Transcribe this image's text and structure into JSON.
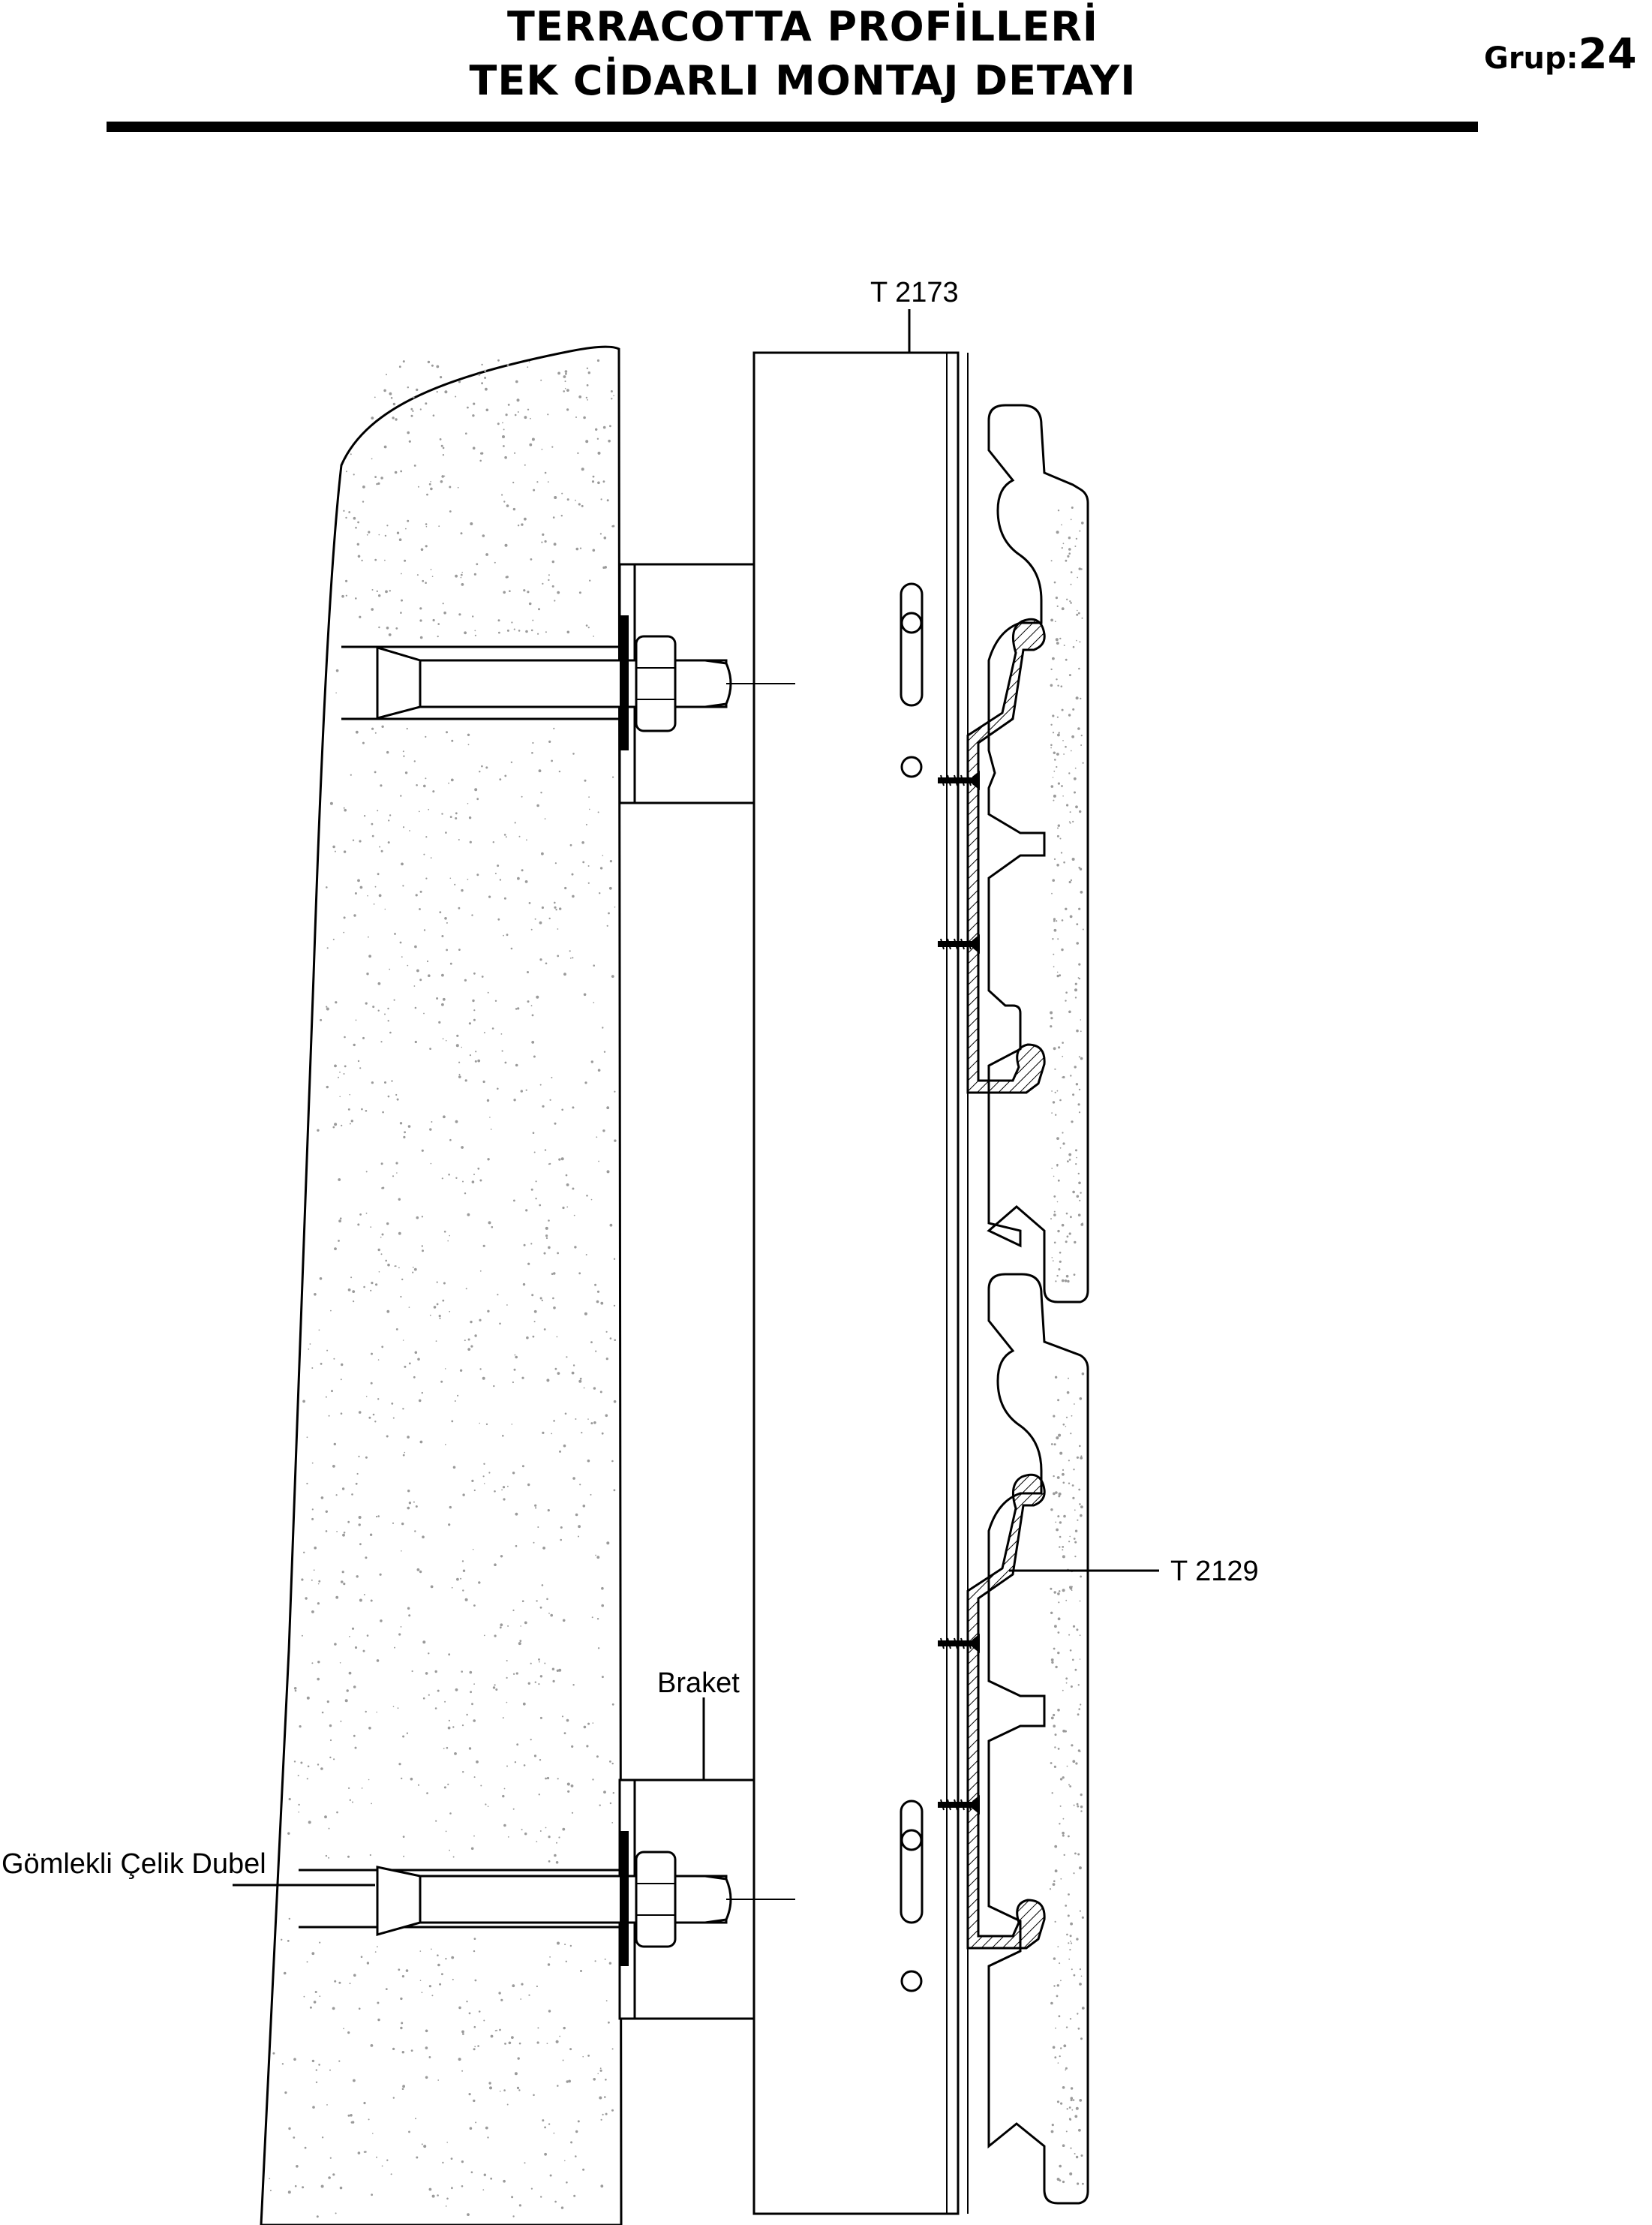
{
  "header": {
    "title_line1": "TERRACOTTA  PROFİLLERİ",
    "title_line2": "TEK CİDARLI MONTAJ DETAYI",
    "group_key": "Grup:",
    "group_value": "24"
  },
  "labels": {
    "carrier_profile": "T 2173",
    "clip_profile": "T 2129",
    "bracket": "Braket",
    "anchor": "Gömlekli Çelik Dubel"
  },
  "colors": {
    "line": "#000000",
    "background": "#ffffff",
    "concrete_speckle": "#9a9a9a"
  }
}
